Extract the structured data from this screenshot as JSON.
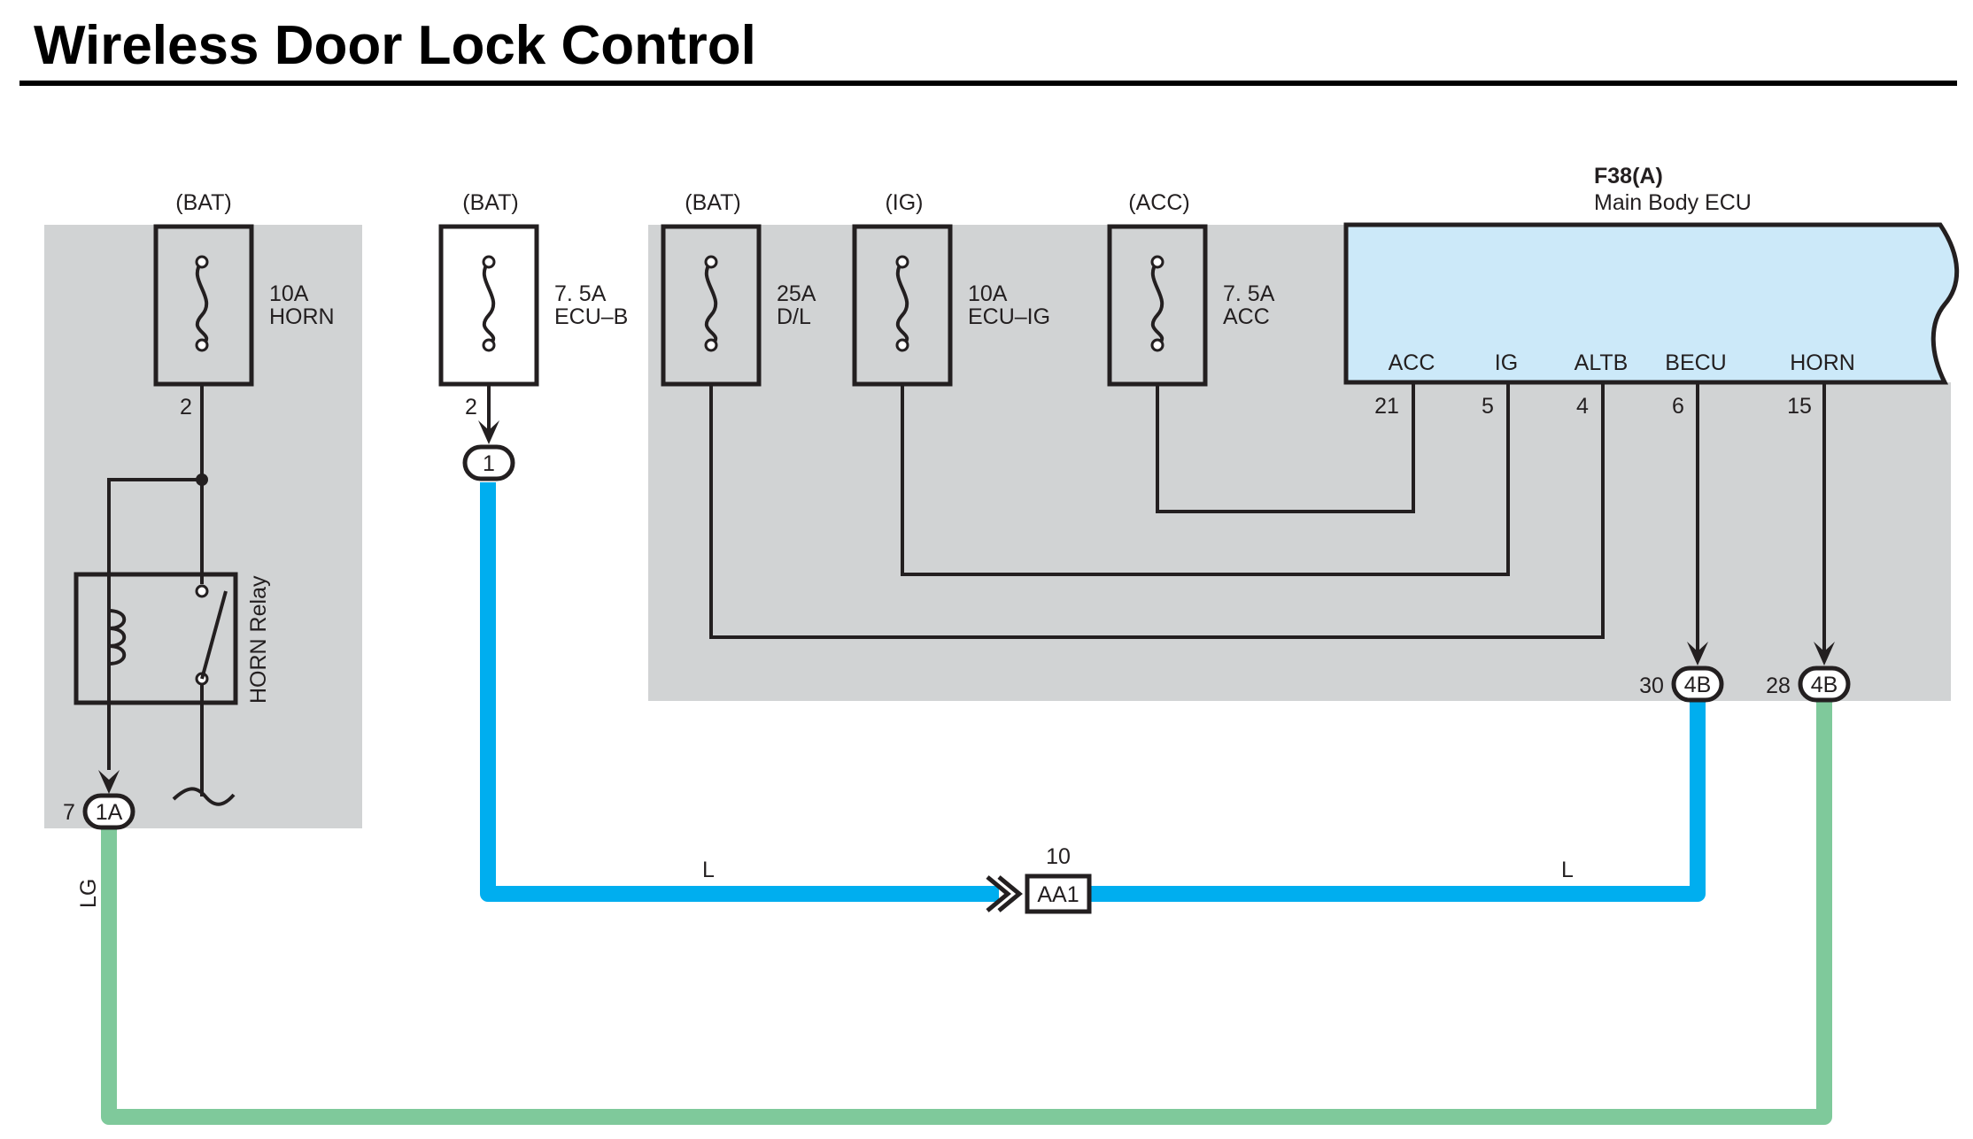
{
  "title": "Wireless Door Lock Control",
  "fuses": [
    {
      "source": "(BAT)",
      "amp": "10A",
      "name": "HORN",
      "pin": "2"
    },
    {
      "source": "(BAT)",
      "amp": "7. 5A",
      "name": "ECU–B",
      "pin": "2"
    },
    {
      "source": "(BAT)",
      "amp": "25A",
      "name": "D/L"
    },
    {
      "source": "(IG)",
      "amp": "10A",
      "name": "ECU–IG"
    },
    {
      "source": "(ACC)",
      "amp": "7. 5A",
      "name": "ACC"
    }
  ],
  "ecu": {
    "code": "F38(A)",
    "name": "Main Body ECU",
    "terminals": [
      {
        "name": "ACC",
        "pin": "21"
      },
      {
        "name": "IG",
        "pin": "5"
      },
      {
        "name": "ALTB",
        "pin": "4"
      },
      {
        "name": "BECU",
        "pin": "6"
      },
      {
        "name": "HORN",
        "pin": "15"
      }
    ]
  },
  "relay": {
    "name": "HORN Relay"
  },
  "connectors": [
    {
      "label": "1"
    },
    {
      "label": "1A",
      "pin": "7"
    },
    {
      "label": "4B",
      "pin": "30"
    },
    {
      "label": "4B",
      "pin": "28"
    }
  ],
  "splice": {
    "label": "AA1",
    "pin": "10"
  },
  "wire_colors": [
    {
      "code": "L",
      "color": "#00aeef"
    },
    {
      "code": "L",
      "color": "#00aeef"
    },
    {
      "code": "LG",
      "color": "#7fc99b"
    }
  ],
  "colors": {
    "panel": "#d1d3d4",
    "ecu_fill": "#cce9f9",
    "highlight_fuse": "#cce9f9"
  }
}
